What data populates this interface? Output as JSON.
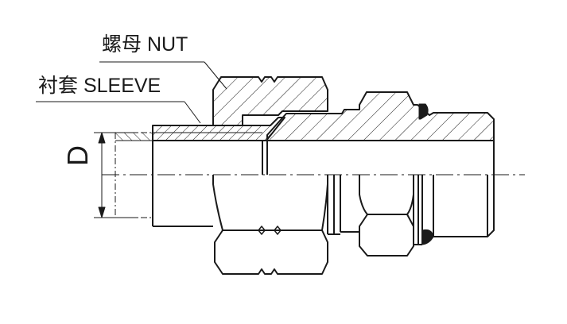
{
  "labels": {
    "nut": "螺母 NUT",
    "sleeve": "衬套 SLEEVE",
    "dimension": "D"
  },
  "colors": {
    "line": "#1a1a1a",
    "background": "#ffffff"
  },
  "parts": [
    {
      "name": "nut",
      "label_ref": "labels.nut"
    },
    {
      "name": "sleeve",
      "label_ref": "labels.sleeve"
    },
    {
      "name": "body",
      "label_ref": null
    },
    {
      "name": "o-ring-seal",
      "label_ref": null
    },
    {
      "name": "tube",
      "label_ref": null
    }
  ]
}
